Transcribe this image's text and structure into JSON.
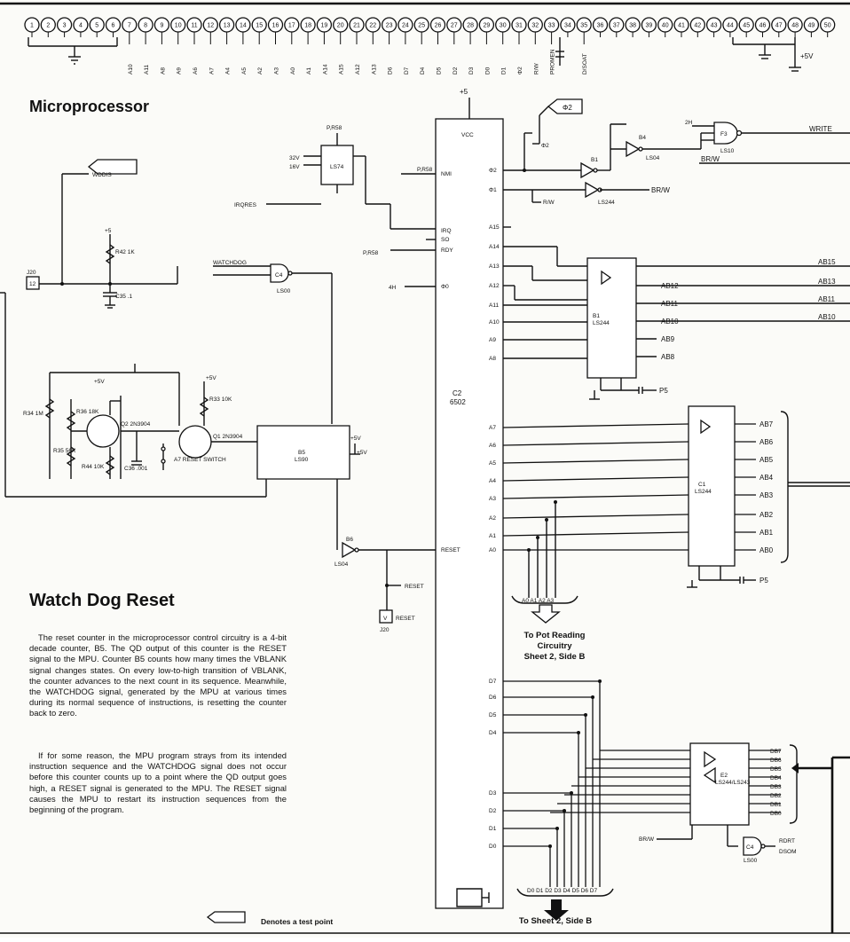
{
  "headings": {
    "microprocessor": "Microprocessor",
    "watchdog": "Watch Dog Reset"
  },
  "paragraphs": {
    "p1": "The reset counter in the microprocessor control circuitry is a 4-bit decade counter, B5. The QD output of this counter is the RESET signal to the MPU. Counter B5 counts how many times the VBLANK signal changes states. On every low-to-high transition of VBLANK, the counter advances to the next count in its sequence. Meanwhile, the WATCHDOG signal, generated by the MPU at various times during its normal sequence of instructions, is resetting the counter back to zero.",
    "p2": "If for some reason, the MPU program strays from its intended instruction sequence and the WATCHDOG signal does not occur before this counter counts up to a point where the QD output goes high, a RESET signal is generated to the MPU. The RESET signal causes the MPU to restart its instruction sequences from the beginning of the program."
  },
  "captions": {
    "pot_line1": "To Pot Reading",
    "pot_line2": "Circuitry",
    "pot_line3": "Sheet 2, Side B",
    "sheet2": "To Sheet 2, Side B",
    "legend": "Denotes a test point"
  },
  "connector": {
    "pins": [
      "1",
      "2",
      "3",
      "4",
      "5",
      "6",
      "7",
      "8",
      "9",
      "10",
      "11",
      "12",
      "13",
      "14",
      "15",
      "16",
      "17",
      "18",
      "19",
      "20",
      "21",
      "22",
      "23",
      "24",
      "25",
      "26",
      "27",
      "28",
      "29",
      "30",
      "31",
      "32",
      "33",
      "34",
      "35",
      "36",
      "37",
      "38",
      "39",
      "40",
      "41",
      "42",
      "43",
      "44",
      "45",
      "46",
      "47",
      "48",
      "49",
      "50"
    ],
    "signals": [
      "A10",
      "A11",
      "A8",
      "A9",
      "A6",
      "A7",
      "A4",
      "A5",
      "A2",
      "A3",
      "A0",
      "A1",
      "A14",
      "A15",
      "A12",
      "A13",
      "D6",
      "D7",
      "D4",
      "D5",
      "D2",
      "D3",
      "D0",
      "D1",
      "Φ2",
      "R/W",
      "PROMEN",
      "",
      "D/SOAT"
    ],
    "supply": "+5V"
  },
  "test_points": {
    "phi2": "Φ2",
    "wddis": "WDDIS"
  },
  "chips": {
    "c2": {
      "ref": "C2",
      "part": "6502"
    },
    "b1": {
      "ref": "B1",
      "part": "LS244"
    },
    "c1": {
      "ref": "C1",
      "part": "LS244"
    },
    "e2": {
      "ref": "E2",
      "part": "LS244/LS243"
    },
    "b5": {
      "ref": "B5",
      "part": "LS90"
    },
    "c4": {
      "ref": "C4",
      "part": "LS00"
    },
    "b6": {
      "ref": "B6",
      "part": "LS04"
    },
    "b4": {
      "ref": "B4",
      "part": "LS04"
    },
    "f3": {
      "ref": "F3",
      "part": "LS10"
    },
    "p_r58": {
      "ref": "P,R58",
      "part": "LS74"
    }
  },
  "cpu_pins": {
    "left": [
      "VCC",
      "NMI",
      "IRQ",
      "SO",
      "RDY",
      "Φ0",
      "RESET"
    ],
    "right_top": [
      "Φ2",
      "Φ1",
      "A15",
      "A14",
      "A13",
      "A12",
      "A11",
      "A10",
      "A9",
      "A8"
    ],
    "address_low": [
      "A7",
      "A6",
      "A5",
      "A4",
      "A3",
      "A2",
      "A1",
      "A0"
    ],
    "data": [
      "D7",
      "D6",
      "D5",
      "D4",
      "D3",
      "D2",
      "D1",
      "D0"
    ]
  },
  "signals": {
    "write": "WRITE",
    "br_w": "BR/W",
    "r_w": "R/W",
    "watchdog": "WATCHDOG",
    "reset": "RESET",
    "irqres": "IRQRES",
    "addr_high": [
      "AB15",
      "AB13",
      "AB11",
      "AB10",
      "AB12",
      "AB9",
      "AB8"
    ],
    "addr_low": [
      "AB7",
      "AB6",
      "AB5",
      "AB4",
      "AB3",
      "AB2",
      "AB1",
      "AB0"
    ],
    "data_bus": [
      "DB7",
      "DB6",
      "DB5",
      "DB4",
      "DB3",
      "DB2",
      "DB1",
      "DB0"
    ],
    "pot_bus": "A0 A1 A2 A3",
    "sheet2_bus": "D0 D1 D2 D3 D4 D5 D6 D7",
    "ps": "P5",
    "rdrt": "RDRT",
    "dsom": "DSOM",
    "j20_12": "12",
    "j20_v": "V"
  },
  "components": {
    "r42": "R42 1K",
    "c35": "C35 .1",
    "q2": "Q2 2N3904",
    "q1": "Q1 2N3904",
    "r33": "R33 10K",
    "r34": "R34 1M",
    "r36": "R36 18K",
    "r35": "R35 56K",
    "r44": "R44 10K",
    "c36": "C36 .001",
    "a7": "A7 RESET SWITCH",
    "plus5": "+5",
    "plus5v": "+5V",
    "j20": "J20"
  }
}
